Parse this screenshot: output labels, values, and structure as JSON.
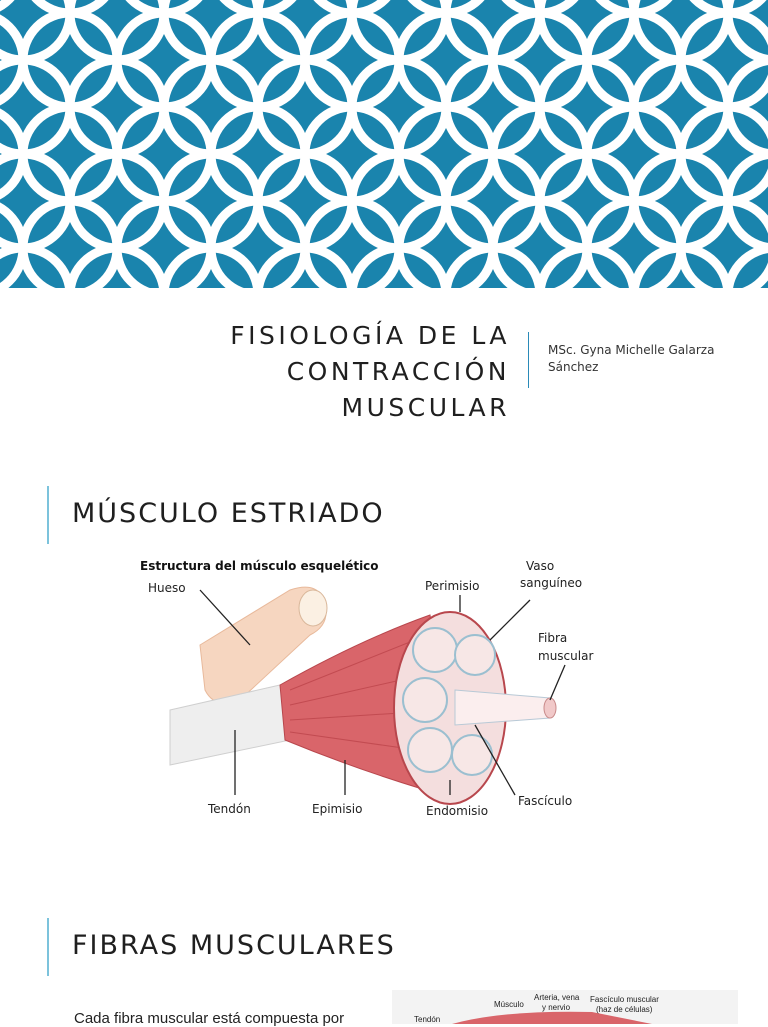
{
  "slide1": {
    "title_line1": "Fisiología de la contracción",
    "title_line2": "muscular",
    "author_line1": "MSc. Gyna Michelle Galarza",
    "author_line2": "Sánchez",
    "pattern_color": "#1a84ad"
  },
  "slide2": {
    "heading": "Músculo estriado",
    "figure": {
      "caption": "Estructura del músculo esquelético",
      "labels": {
        "hueso": "Hueso",
        "perimisio": "Perimisio",
        "vaso1": "Vaso",
        "vaso2": "sanguíneo",
        "fibra1": "Fibra",
        "fibra2": "muscular",
        "tendon": "Tendón",
        "epimisio": "Epimisio",
        "endomisio": "Endomisio",
        "fasciculo": "Fascículo"
      }
    }
  },
  "slide3": {
    "heading": "Fibras musculares",
    "body": "Cada fibra muscular está compuesta por",
    "figure": {
      "musculo": "Músculo",
      "arteria1": "Arteria, vena",
      "arteria2": "y nervio",
      "fasciculo1": "Fascículo muscular",
      "fasciculo2": "(haz de células)",
      "tendon": "Tendón"
    }
  },
  "colors": {
    "accent": "#1a84ad",
    "divider": "#7cc3dc",
    "muscle": "#d9656a"
  }
}
